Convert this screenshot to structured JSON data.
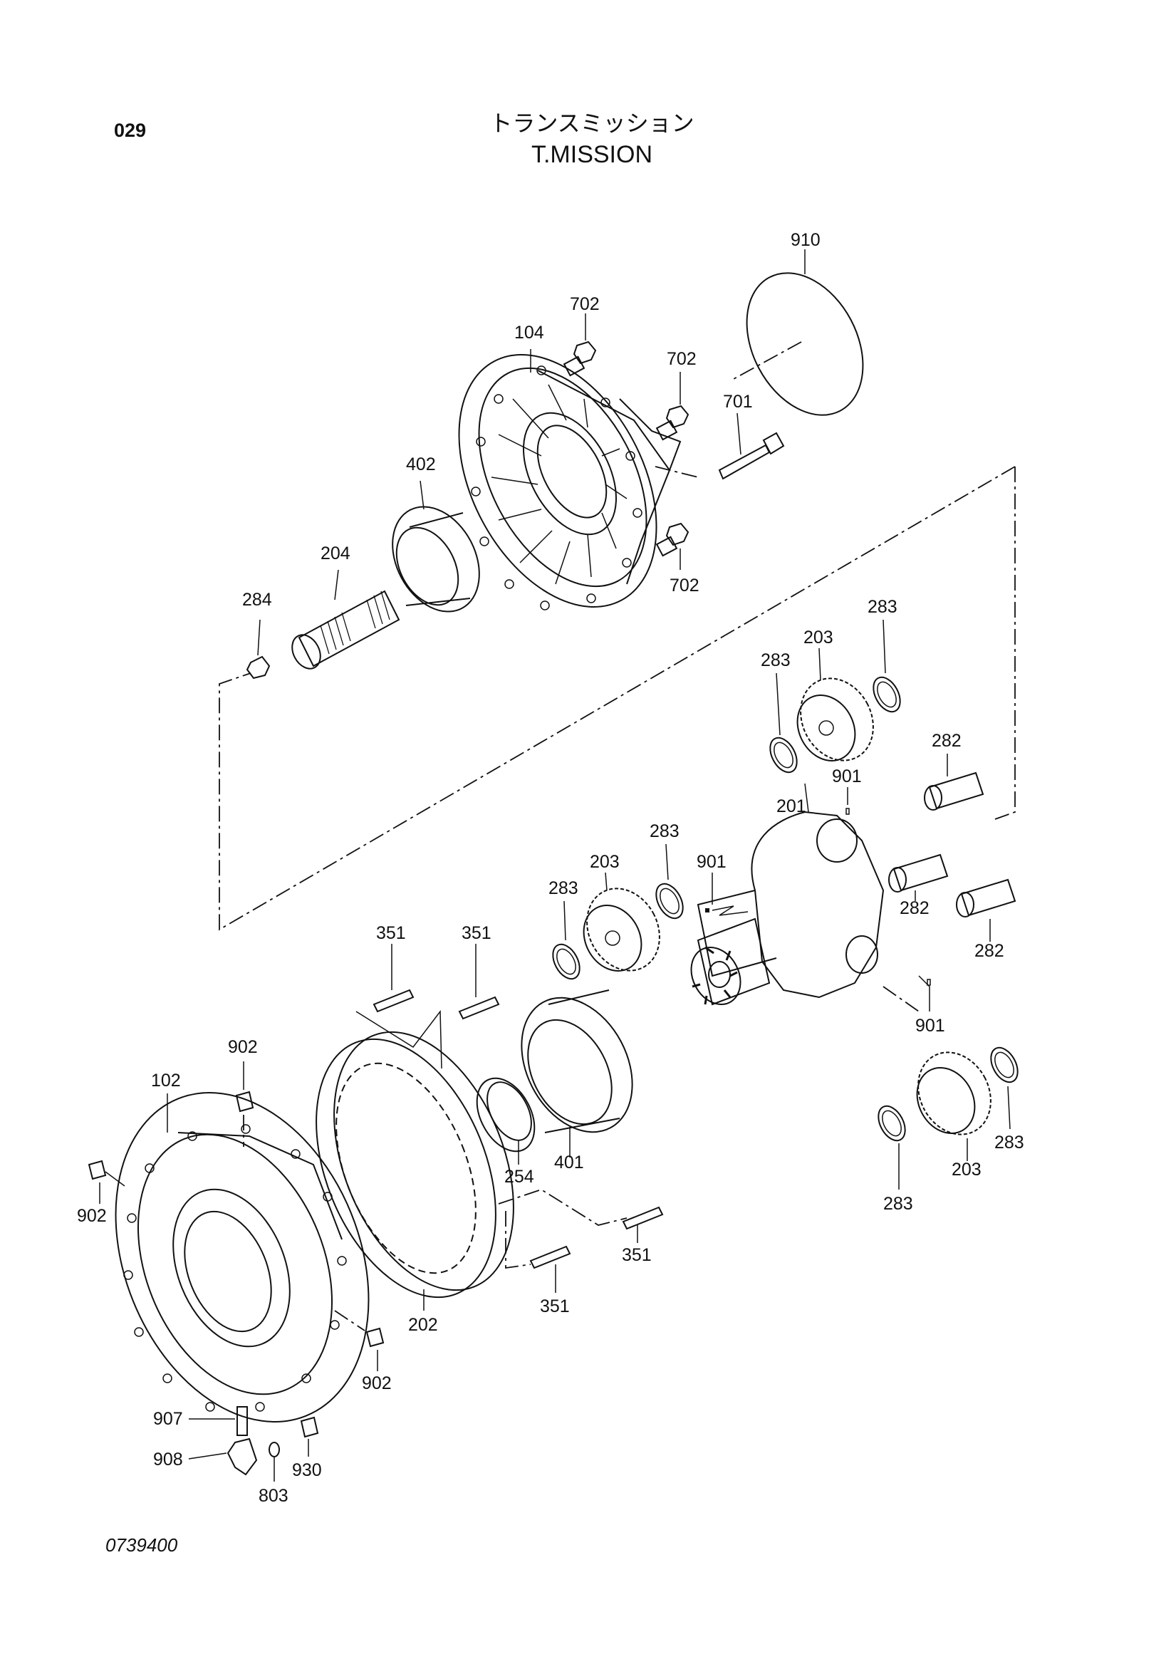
{
  "header": {
    "page_number": "029",
    "title_jp": "トランスミッション",
    "title_en": "T.MISSION"
  },
  "footer": {
    "drawing_code": "0739400"
  },
  "callouts": {
    "c910": "910",
    "c702a": "702",
    "c702b": "702",
    "c702c": "702",
    "c104": "104",
    "c701": "701",
    "c402": "402",
    "c204": "204",
    "c284": "284",
    "c283a": "283",
    "c283b": "283",
    "c203a": "203",
    "c282a": "282",
    "c901a": "901",
    "c201": "201",
    "c283c": "283",
    "c203b": "203",
    "c901b": "901",
    "c283d": "283",
    "c282b": "282",
    "c282c": "282",
    "c351a": "351",
    "c351b": "351",
    "c902a": "902",
    "c102": "102",
    "c902b": "902",
    "c901c": "901",
    "c254": "254",
    "c401": "401",
    "c283e": "283",
    "c203c": "203",
    "c283f": "283",
    "c351c": "351",
    "c351d": "351",
    "c202": "202",
    "c902c": "902",
    "c907": "907",
    "c908": "908",
    "c930": "930",
    "c803": "803"
  }
}
